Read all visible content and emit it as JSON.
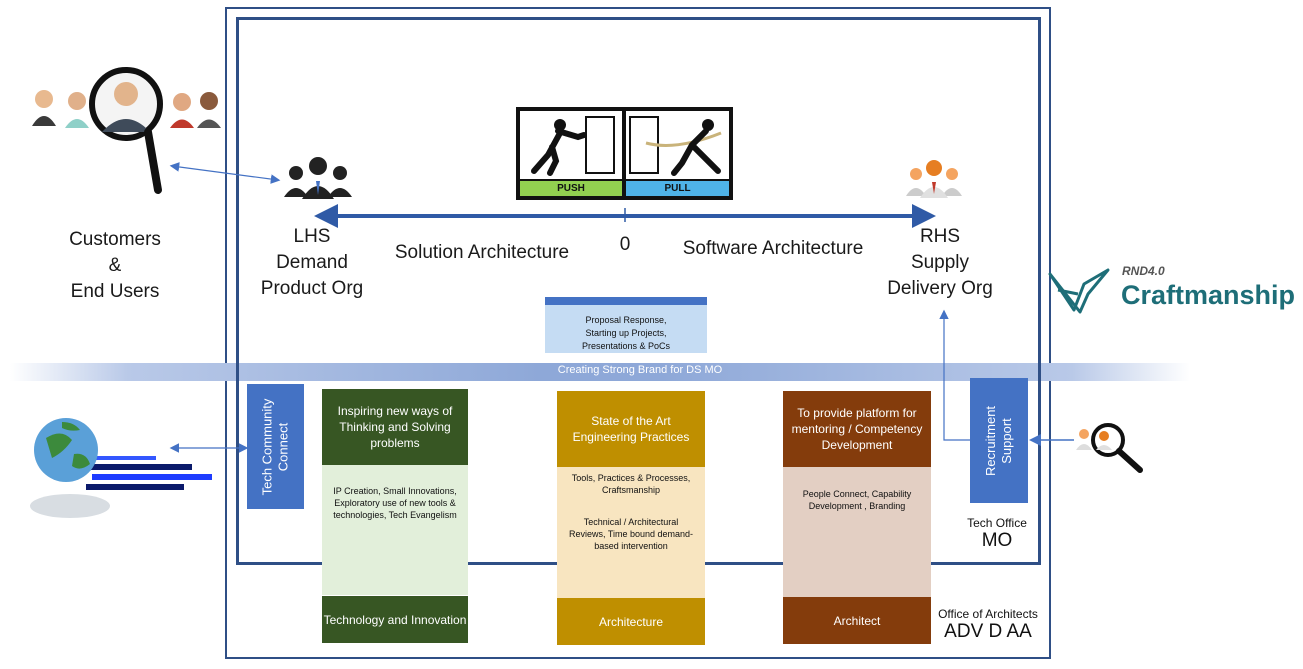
{
  "customers": {
    "line1": "Customers",
    "line2": "&",
    "line3": "End Users"
  },
  "lhs": {
    "line1": "LHS",
    "line2": "Demand",
    "line3": "Product Org"
  },
  "rhs": {
    "line1": "RHS",
    "line2": "Supply",
    "line3": "Delivery Org"
  },
  "axis": {
    "left": "Solution Architecture",
    "center": "0",
    "right": "Software Architecture"
  },
  "pushpull": {
    "push": "PUSH",
    "pull": "PULL"
  },
  "proposal": {
    "line1": "Proposal Response,",
    "line2": "Starting up Projects,",
    "line3": "Presentations & PoCs"
  },
  "band": {
    "text": "Creating Strong Brand for DS MO"
  },
  "tech_community": {
    "line1": "Tech Community",
    "line2": "Connect"
  },
  "recruitment": {
    "line1": "Recruitment",
    "line2": "Support"
  },
  "col1": {
    "head": "Inspiring new ways of Thinking and Solving problems",
    "body": "IP Creation, Small Innovations, Exploratory use of new tools & technologies, Tech Evangelism",
    "foot": "Technology and Innovation"
  },
  "col2": {
    "head": "State of the Art Engineering Practices",
    "body1": "Tools, Practices & Processes, Craftsmanship",
    "body2": "Technical / Architectural Reviews, Time bound demand-based intervention",
    "foot": "Architecture"
  },
  "col3": {
    "head": "To provide platform for mentoring / Competency Development",
    "body": "People Connect, Capability Development , Branding",
    "foot": "Architect"
  },
  "tech_office": {
    "line1": "Tech Office",
    "line2": "MO"
  },
  "office_arch": {
    "line1": "Office of Architects",
    "line2": "ADV D AA"
  },
  "logo": {
    "prefix": "RND4.0",
    "name": "Craftmanship"
  },
  "colors": {
    "frame": "#2f4f86",
    "blue": "#4472c4",
    "green_dark": "#375623",
    "green_light": "#e2efda",
    "gold": "#bf8f00",
    "gold_light": "#f8e5c0",
    "brown": "#843c0c",
    "brown_light": "#e3cfc3",
    "teal": "#1e6e78",
    "push_green": "#92d050",
    "pull_blue": "#4fb3e8"
  }
}
